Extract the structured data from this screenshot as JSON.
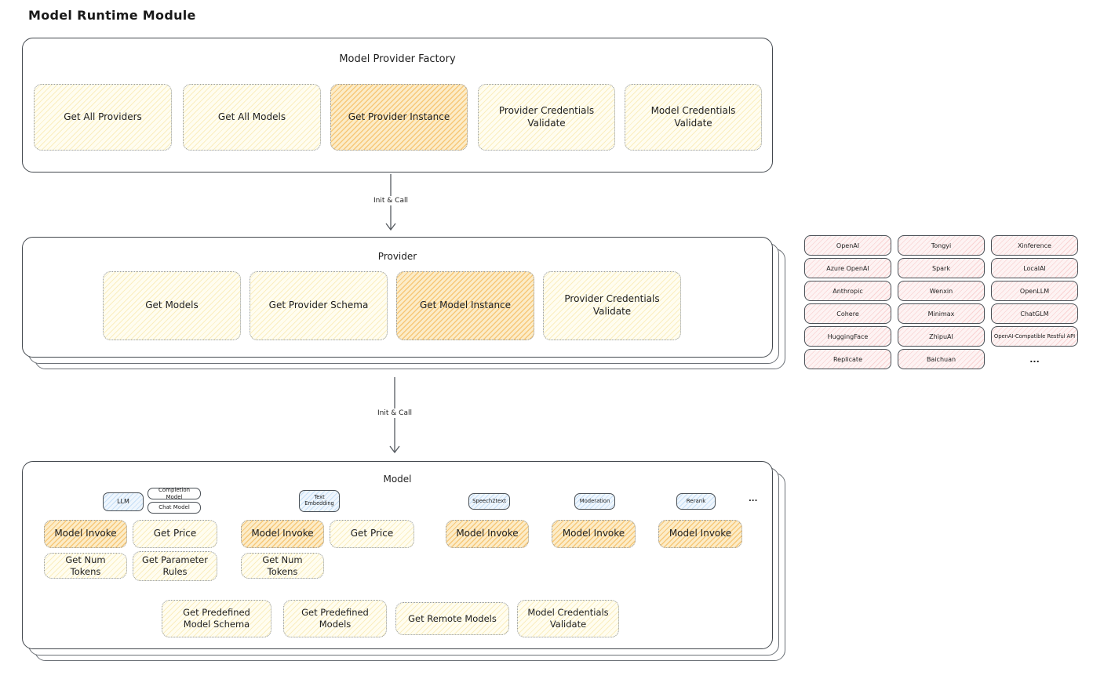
{
  "title": "Model Runtime Module",
  "arrows": {
    "label": "Init & Call"
  },
  "colors": {
    "ink": "#1e1e1e",
    "function_fill": "#fff4cc",
    "highlight_fill": "#f5b942",
    "provider_chip_fill": "#ffc9c9",
    "tab_fill": "#a5d8ff"
  },
  "factory": {
    "title": "Model Provider Factory",
    "items": [
      {
        "label": "Get All Providers",
        "highlighted": false
      },
      {
        "label": "Get All Models",
        "highlighted": false
      },
      {
        "label": "Get Provider Instance",
        "highlighted": true
      },
      {
        "label": "Provider Credentials Validate",
        "highlighted": false
      },
      {
        "label": "Model Credentials Validate",
        "highlighted": false
      }
    ]
  },
  "provider": {
    "title": "Provider",
    "items": [
      {
        "label": "Get Models",
        "highlighted": false
      },
      {
        "label": "Get Provider Schema",
        "highlighted": false
      },
      {
        "label": "Get Model Instance",
        "highlighted": true
      },
      {
        "label": "Provider Credentials Validate",
        "highlighted": false
      }
    ]
  },
  "providers": {
    "items": [
      "OpenAI",
      "Tongyi",
      "Xinference",
      "Azure OpenAI",
      "Spark",
      "LocalAI",
      "Anthropic",
      "Wenxin",
      "OpenLLM",
      "Cohere",
      "Minimax",
      "ChatGLM",
      "HuggingFace",
      "ZhipuAI",
      "OpenAI-Compatible Restful API",
      "Replicate",
      "Baichuan",
      "..."
    ]
  },
  "model": {
    "title": "Model",
    "tabs": [
      {
        "label": "LLM"
      },
      {
        "label": "Completion Model"
      },
      {
        "label": "Chat Model"
      },
      {
        "label": "Text Embedding"
      },
      {
        "label": "Speech2text"
      },
      {
        "label": "Moderation"
      },
      {
        "label": "Rerank"
      },
      {
        "label": "..."
      }
    ],
    "functions_row1": [
      {
        "label": "Model Invoke",
        "highlighted": true
      },
      {
        "label": "Get Price",
        "highlighted": false
      },
      {
        "label": "Model Invoke",
        "highlighted": true
      },
      {
        "label": "Get Price",
        "highlighted": false
      },
      {
        "label": "Model Invoke",
        "highlighted": true
      },
      {
        "label": "Model Invoke",
        "highlighted": true
      },
      {
        "label": "Model Invoke",
        "highlighted": true
      }
    ],
    "functions_row2": [
      {
        "label": "Get Num Tokens"
      },
      {
        "label": "Get Parameter Rules"
      },
      {
        "label": "Get Num Tokens"
      }
    ],
    "functions_bottom": [
      {
        "label": "Get Predefined Model Schema"
      },
      {
        "label": "Get Predefined Models"
      },
      {
        "label": "Get Remote Models"
      },
      {
        "label": "Model Credentials Validate"
      }
    ]
  }
}
